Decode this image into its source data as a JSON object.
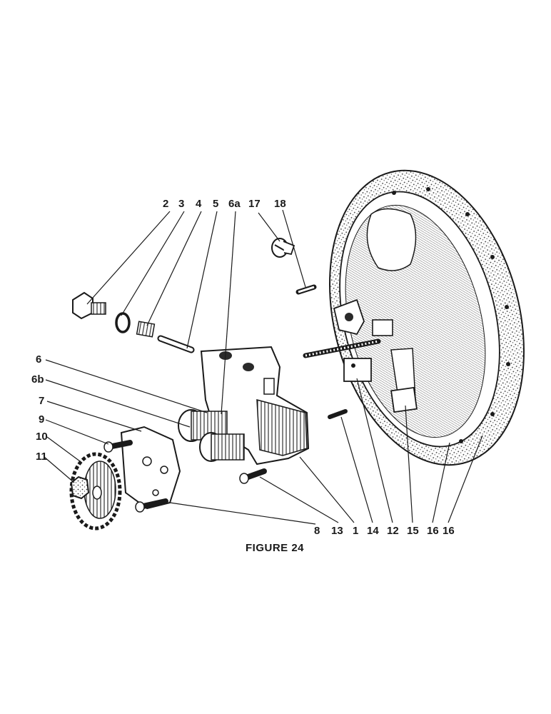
{
  "figure": {
    "caption": "FIGURE 24"
  },
  "callouts": {
    "c2": "2",
    "c3": "3",
    "c4": "4",
    "c5": "5",
    "c6a": "6a",
    "c17": "17",
    "c18": "18",
    "c6": "6",
    "c6b": "6b",
    "c7": "7",
    "c9": "9",
    "c10": "10",
    "c11": "11",
    "c8": "8",
    "c13": "13",
    "c1": "1",
    "c14": "14",
    "c12": "12",
    "c15": "15",
    "c16a": "16",
    "c16b": "16"
  }
}
